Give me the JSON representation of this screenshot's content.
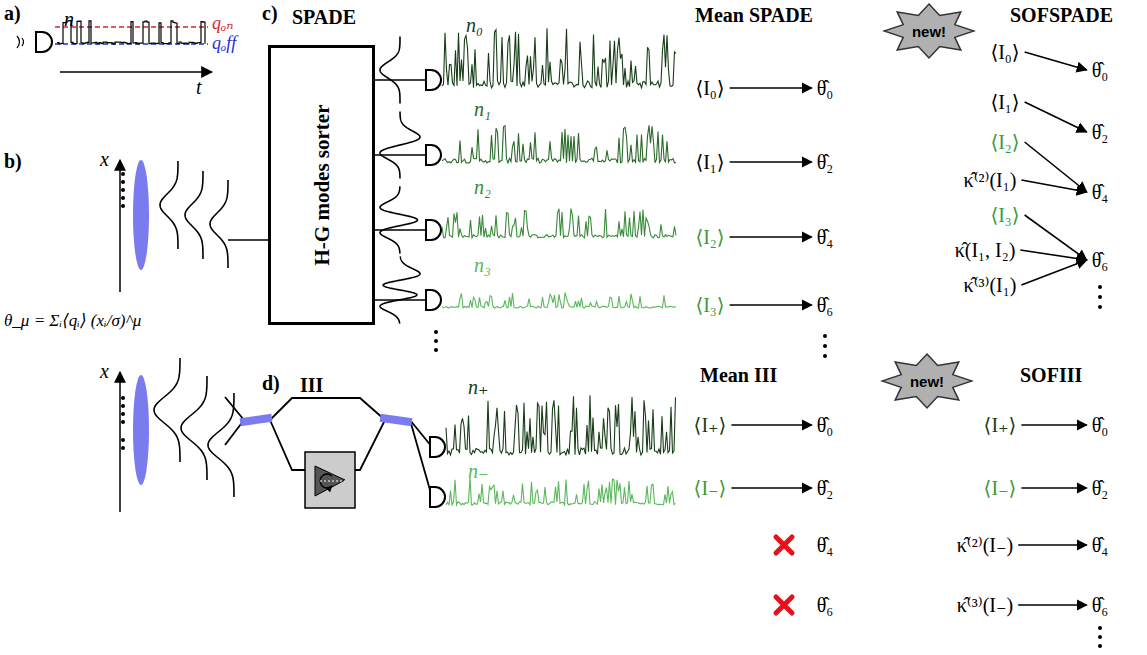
{
  "diagram": {
    "nodes": [
      {
        "text": [
          "H-G modes sorter"
        ]
      },
      {
        "text": [
          "new!"
        ]
      },
      {
        "text": [
          "new!"
        ]
      },
      {
        "text": [
          "⟨I₀⟩"
        ]
      },
      {
        "text": [
          "θ̂₀"
        ]
      },
      {
        "text": [
          "⟨I₁⟩"
        ]
      },
      {
        "text": [
          "θ̂₂"
        ]
      },
      {
        "text": [
          "⟨I₂⟩"
        ]
      },
      {
        "text": [
          "θ̂₄"
        ]
      },
      {
        "text": [
          "⟨I₃⟩"
        ]
      },
      {
        "text": [
          "θ̂₆"
        ]
      },
      {
        "text": [
          "⟨I₀⟩"
        ]
      },
      {
        "text": [
          "θ̂₀"
        ]
      },
      {
        "text": [
          "⟨I₁⟩"
        ]
      },
      {
        "text": [
          "θ̂₂"
        ]
      },
      {
        "text": [
          "⟨I₂⟩"
        ]
      },
      {
        "text": [
          "κ̂⁽²⁾(I₁)"
        ]
      },
      {
        "text": [
          "θ̂₄"
        ]
      },
      {
        "text": [
          "⟨I₃⟩"
        ]
      },
      {
        "text": [
          "κ̂(I₁, I₂)"
        ]
      },
      {
        "text": [
          "κ̂⁽³⁾(I₁)"
        ]
      },
      {
        "text": [
          "θ̂₆"
        ]
      },
      {
        "text": [
          "⟨I₊⟩"
        ]
      },
      {
        "text": [
          "θ̂₀"
        ]
      },
      {
        "text": [
          "⟨I₋⟩"
        ]
      },
      {
        "text": [
          "θ̂₂"
        ]
      },
      {
        "text": [
          "θ̂₄"
        ]
      },
      {
        "text": [
          "θ̂₆"
        ]
      },
      {
        "text": [
          "⟨I₊⟩"
        ]
      },
      {
        "text": [
          "θ̂₀"
        ]
      },
      {
        "text": [
          "⟨I₋⟩"
        ]
      },
      {
        "text": [
          "θ̂₂"
        ]
      },
      {
        "text": [
          "κ̂⁽²⁾(I₋)"
        ]
      },
      {
        "text": [
          "θ̂₄"
        ]
      },
      {
        "text": [
          "κ̂⁽³⁾(I₋)"
        ]
      },
      {
        "text": [
          "θ̂₆"
        ]
      }
    ],
    "edges": [
      {
        "from": 3,
        "to": 4,
        "arrow": "to"
      },
      {
        "from": 5,
        "to": 6,
        "arrow": "to"
      },
      {
        "from": 7,
        "to": 8,
        "arrow": "to"
      },
      {
        "from": 9,
        "to": 10,
        "arrow": "to"
      },
      {
        "from": 11,
        "to": 12,
        "arrow": "to"
      },
      {
        "from": 13,
        "to": 14,
        "arrow": "to"
      },
      {
        "from": 15,
        "to": 17,
        "arrow": "to"
      },
      {
        "from": 16,
        "to": 17,
        "arrow": "to"
      },
      {
        "from": 18,
        "to": 21,
        "arrow": "to"
      },
      {
        "from": 19,
        "to": 21,
        "arrow": "to"
      },
      {
        "from": 20,
        "to": 21,
        "arrow": "to"
      },
      {
        "from": 22,
        "to": 23,
        "arrow": "to"
      },
      {
        "from": 24,
        "to": 25,
        "arrow": "to"
      },
      {
        "from": 28,
        "to": 29,
        "arrow": "to"
      },
      {
        "from": 30,
        "to": 31,
        "arrow": "to"
      },
      {
        "from": 32,
        "to": 33,
        "arrow": "to"
      },
      {
        "from": 34,
        "to": 35,
        "arrow": "to"
      }
    ],
    "labels": [
      "a)",
      "n",
      "qₒₙ",
      "qₒff",
      "t",
      "b)",
      "x",
      "θ_μ = Σᵢ⟨qᵢ⟩ (xᵢ/σ)^μ",
      "x",
      "c)",
      "SPADE",
      "n₀",
      "n₁",
      "n₂",
      "n₃",
      "Mean SPADE",
      "SOFSPADE",
      "d)",
      "III",
      "n₊",
      "n₋",
      "Mean III",
      "SOFIII"
    ]
  }
}
